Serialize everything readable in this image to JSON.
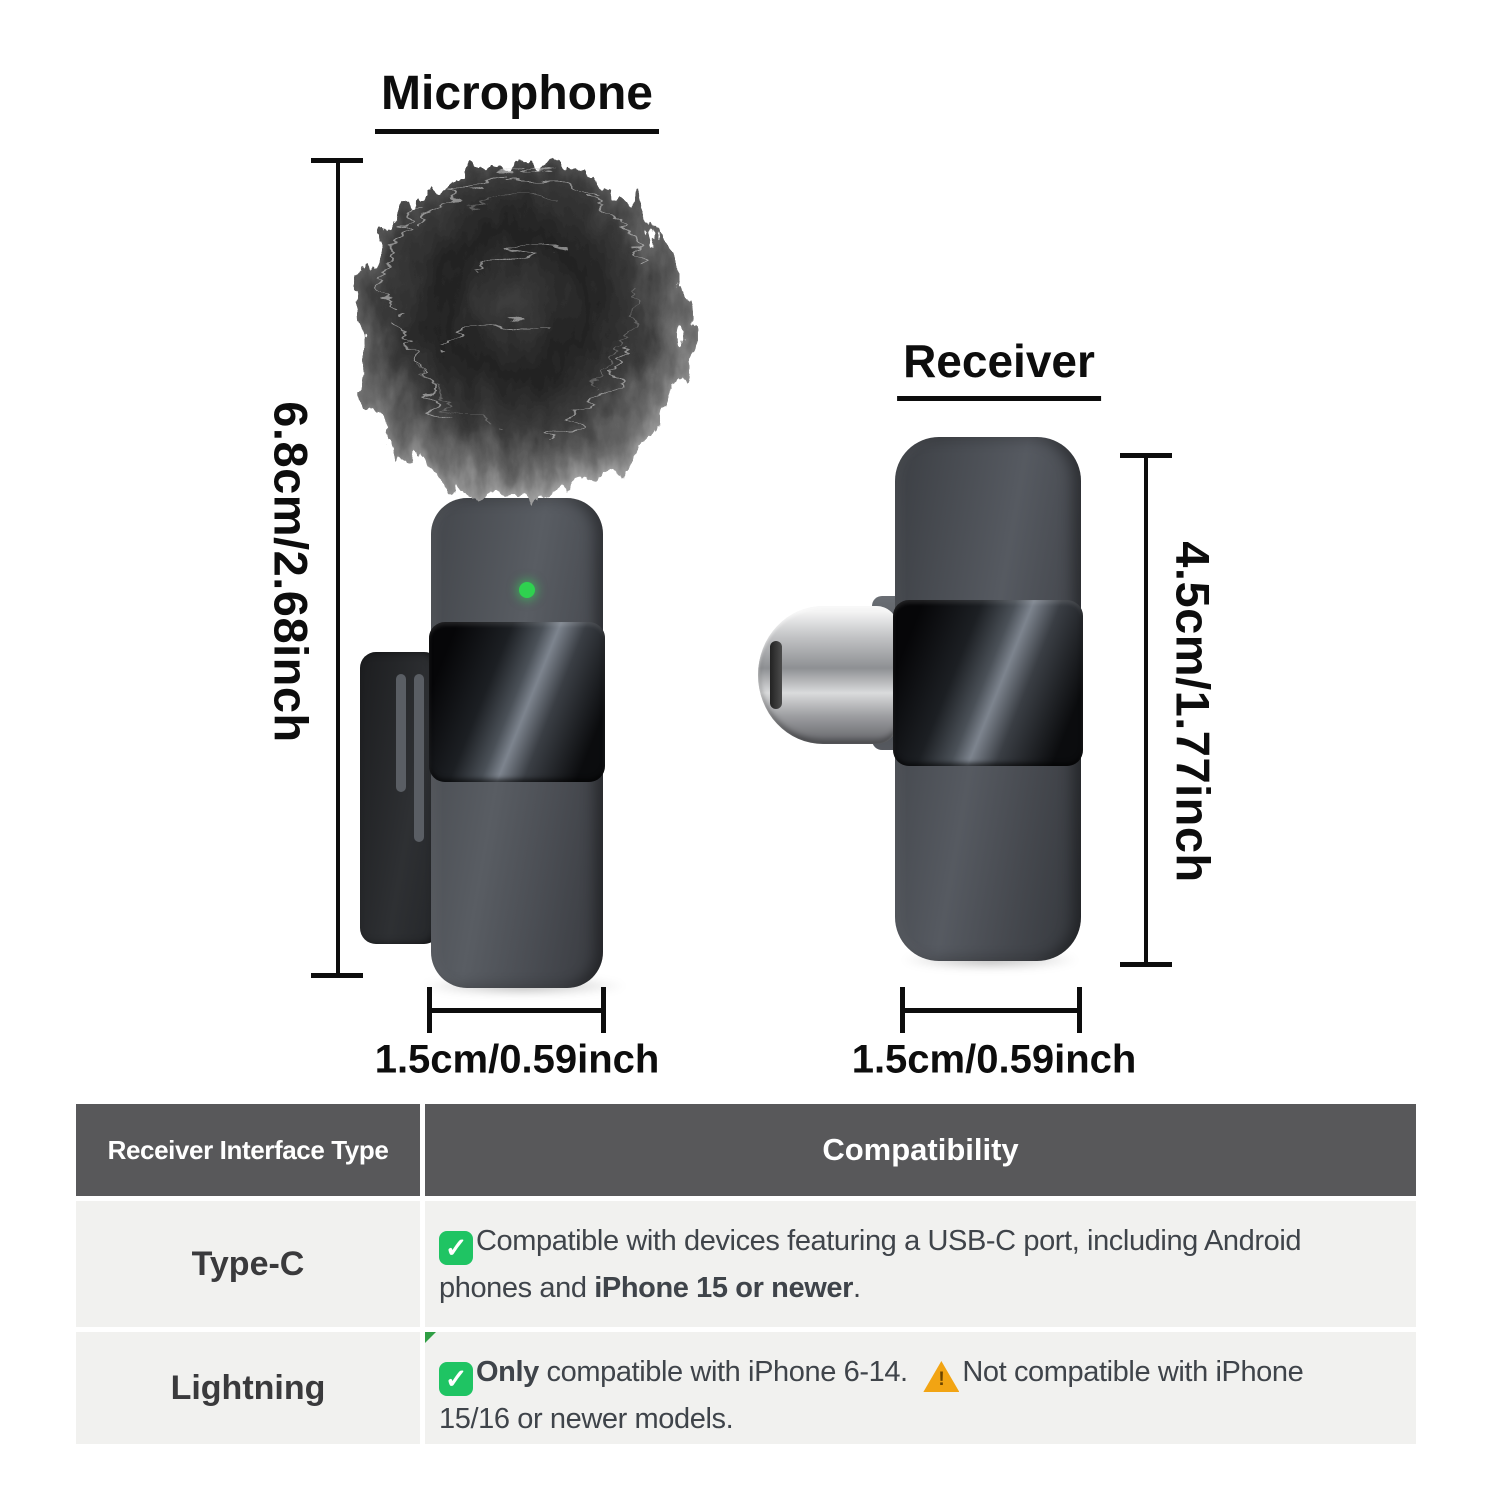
{
  "microphone": {
    "title": "Microphone",
    "height_label": "6.8cm/2.68inch",
    "width_label": "1.5cm/0.59inch",
    "led_color": "#2fd14f"
  },
  "receiver": {
    "title": "Receiver",
    "height_label": "4.5cm/1.77inch",
    "width_label": "1.5cm/0.59inch"
  },
  "table": {
    "header_bg": "#58585a",
    "row_bg": "#f1f1ef",
    "headers": [
      "Receiver Interface Type",
      "Compatibility"
    ],
    "rows": [
      {
        "interface": "Type-C",
        "compat_segments": [
          {
            "type": "check-icon"
          },
          {
            "type": "text",
            "text": "Compatible with devices featuring a USB-C port, including Android"
          },
          {
            "type": "break"
          },
          {
            "type": "text",
            "text": "phones and "
          },
          {
            "type": "text",
            "bold": true,
            "text": "iPhone 15 or newer"
          },
          {
            "type": "text",
            "text": "."
          }
        ]
      },
      {
        "interface": "Lightning",
        "compat_segments": [
          {
            "type": "check-icon"
          },
          {
            "type": "text",
            "bold": true,
            "text": "Only"
          },
          {
            "type": "text",
            "text": " compatible with iPhone 6-14. "
          },
          {
            "type": "warning-icon"
          },
          {
            "type": "text",
            "text": "Not compatible with iPhone"
          },
          {
            "type": "break"
          },
          {
            "type": "text",
            "text": "15/16 or newer models."
          }
        ]
      }
    ]
  },
  "icons": {
    "check": "✓",
    "warning": "!"
  }
}
